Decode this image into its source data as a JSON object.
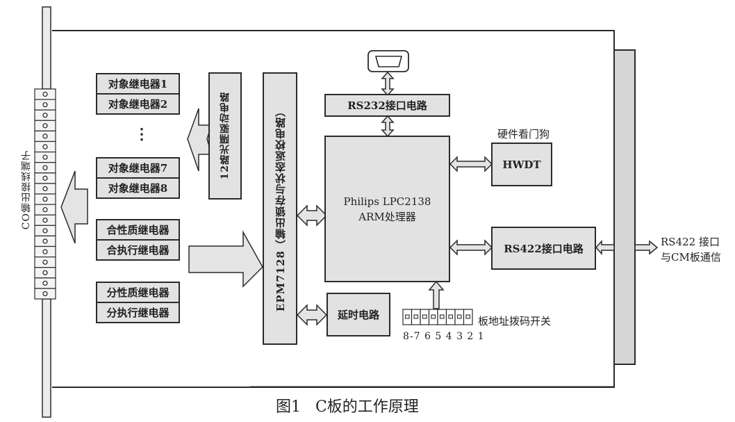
{
  "figure": {
    "caption": "图1   C板的工作原理"
  },
  "terminal_strip": {
    "label": "CO输出接线端子",
    "terminal_count": 20
  },
  "relays": {
    "object_group_a": [
      "对象继电器1",
      "对象继电器2"
    ],
    "ellipsis": "⋮",
    "object_group_b": [
      "对象继电器7",
      "对象继电器8"
    ],
    "close_group": [
      "合性质继电器",
      "合执行继电器"
    ],
    "open_group": [
      "分性质继电器",
      "分执行继电器"
    ]
  },
  "blocks": {
    "optocoupler": "12路光隔驱动电路",
    "epm": "EPM7128（输出锁存与状态返校电路）",
    "rs232": "RS232接口电路",
    "cpu_line1": "Philips LPC2138",
    "cpu_line2": "ARM处理器",
    "watchdog_title": "硬件看门狗",
    "hwdt": "HWDT",
    "rs422": "RS422接口电路",
    "delay": "延时电路",
    "dip_label": "板地址拨码开关",
    "dip_numbers": "8-7 6 5 4 3 2 1",
    "dip_count": 8,
    "external_line1": "RS422 接口",
    "external_line2": "与CM板通信"
  },
  "colors": {
    "box_fill": "#e2e2e2",
    "stroke": "#2a2a2a",
    "background": "#ffffff"
  }
}
